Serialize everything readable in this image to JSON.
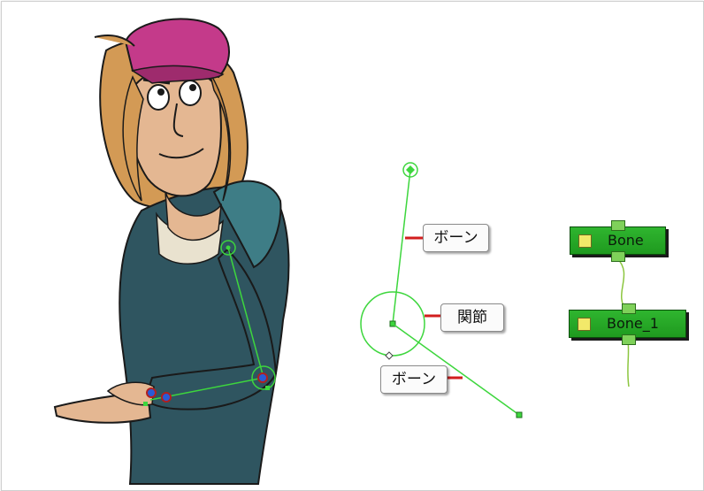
{
  "callouts": {
    "bone_upper": "ボーン",
    "joint": "関節",
    "bone_lower": "ボーン"
  },
  "nodes": {
    "bone": "Bone",
    "bone_1": "Bone_1"
  },
  "colors": {
    "rig_line": "#3dd63d",
    "callout_leader": "#d21e1e",
    "node_fill": "#22a822",
    "cap": "#c43a8a",
    "hair": "#d39a55",
    "hoodie": "#2f5560",
    "skin": "#e4b792"
  },
  "icons": [
    "pivot-icon",
    "joint-handle-icon",
    "end-handle-icon"
  ]
}
